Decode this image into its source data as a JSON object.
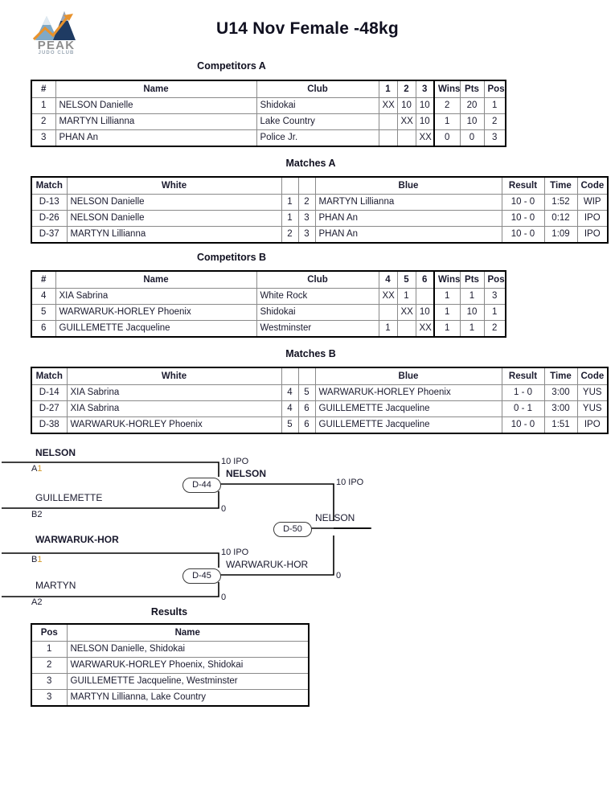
{
  "document": {
    "title": "U14 Nov Female -48kg",
    "logo": {
      "name": "peak-judo-club-logo",
      "wordmark": "PEAK",
      "subtext": "JUDO CLUB",
      "colors": {
        "mountain_light": "#7fa9c6",
        "mountain_dark": "#1f3b63",
        "arrow": "#e8922c",
        "wordmark": "#8d8d8d"
      }
    },
    "accent_color": "#d59b2a"
  },
  "pools": [
    {
      "caption": "Competitors A",
      "headers": [
        "#",
        "Name",
        "Club",
        "1",
        "2",
        "3",
        "Wins",
        "Pts",
        "Pos"
      ],
      "rows": [
        {
          "num": "1",
          "num_hi": true,
          "name": "NELSON Danielle",
          "club": "Shidokai",
          "cells": [
            "XX",
            "10",
            "10"
          ],
          "cells_hi": [
            false,
            false,
            false
          ],
          "wins": "2",
          "wins_hi": false,
          "pts": "20",
          "pts_hi": false,
          "pos": "1",
          "pos_hi": true
        },
        {
          "num": "2",
          "num_hi": false,
          "name": "MARTYN Lillianna",
          "club": "Lake Country",
          "cells": [
            "",
            "XX",
            "10"
          ],
          "cells_hi": [
            false,
            false,
            false
          ],
          "wins": "1",
          "wins_hi": true,
          "pts": "10",
          "pts_hi": false,
          "pos": "2",
          "pos_hi": false
        },
        {
          "num": "3",
          "num_hi": false,
          "name": "PHAN An",
          "club": "Police Jr.",
          "cells": [
            "",
            "",
            "XX"
          ],
          "cells_hi": [
            false,
            false,
            false
          ],
          "wins": "0",
          "wins_hi": false,
          "pts": "0",
          "pts_hi": false,
          "pos": "3",
          "pos_hi": false
        }
      ]
    },
    {
      "caption": "Competitors B",
      "headers": [
        "#",
        "Name",
        "Club",
        "4",
        "5",
        "6",
        "Wins",
        "Pts",
        "Pos"
      ],
      "rows": [
        {
          "num": "4",
          "num_hi": false,
          "name": "XIA Sabrina",
          "club": "White Rock",
          "cells": [
            "XX",
            "1",
            ""
          ],
          "cells_hi": [
            false,
            true,
            false
          ],
          "wins": "1",
          "wins_hi": true,
          "pts": "1",
          "pts_hi": true,
          "pos": "3",
          "pos_hi": false
        },
        {
          "num": "5",
          "num_hi": false,
          "name": "WARWARUK-HORLEY Phoenix",
          "club": "Shidokai",
          "cells": [
            "",
            "XX",
            "10"
          ],
          "cells_hi": [
            false,
            false,
            false
          ],
          "wins": "1",
          "wins_hi": true,
          "pts": "10",
          "pts_hi": false,
          "pos": "1",
          "pos_hi": true
        },
        {
          "num": "6",
          "num_hi": false,
          "name": "GUILLEMETTE Jacqueline",
          "club": "Westminster",
          "cells": [
            "1",
            "",
            "XX"
          ],
          "cells_hi": [
            true,
            false,
            false
          ],
          "wins": "1",
          "wins_hi": true,
          "pts": "1",
          "pts_hi": true,
          "pos": "2",
          "pos_hi": false
        }
      ]
    }
  ],
  "match_tables": [
    {
      "caption": "Matches A",
      "headers": [
        "Match",
        "White",
        "",
        "",
        "Blue",
        "Result",
        "Time",
        "Code"
      ],
      "rows": [
        {
          "match": "D-13",
          "white": "NELSON Danielle",
          "white_bold": true,
          "w_num": "1",
          "w_num_hi": true,
          "b_num": "2",
          "b_num_hi": false,
          "blue": "MARTYN Lillianna",
          "blue_bold": false,
          "result": "10 - 0",
          "result_hi": false,
          "time": "1:52",
          "time_hi": false,
          "code": "WIP"
        },
        {
          "match": "D-26",
          "white": "NELSON Danielle",
          "white_bold": true,
          "w_num": "1",
          "w_num_hi": true,
          "b_num": "3",
          "b_num_hi": false,
          "blue": "PHAN An",
          "blue_bold": false,
          "result": "10 - 0",
          "result_hi": false,
          "time": "0:12",
          "time_hi": false,
          "code": "IPO"
        },
        {
          "match": "D-37",
          "white": "MARTYN Lillianna",
          "white_bold": true,
          "w_num": "2",
          "w_num_hi": false,
          "b_num": "3",
          "b_num_hi": false,
          "blue": "PHAN An",
          "blue_bold": false,
          "result": "10 - 0",
          "result_hi": false,
          "time": "1:09",
          "time_hi": false,
          "code": "IPO"
        }
      ]
    },
    {
      "caption": "Matches B",
      "headers": [
        "Match",
        "White",
        "",
        "",
        "Blue",
        "Result",
        "Time",
        "Code"
      ],
      "rows": [
        {
          "match": "D-14",
          "white": "XIA Sabrina",
          "white_bold": true,
          "w_num": "4",
          "w_num_hi": false,
          "b_num": "5",
          "b_num_hi": false,
          "blue": "WARWARUK-HORLEY Phoenix",
          "blue_bold": false,
          "result": "1 - 0",
          "result_hi": false,
          "time": "3:00",
          "time_hi": false,
          "code": "YUS"
        },
        {
          "match": "D-27",
          "white": "XIA Sabrina",
          "white_bold": false,
          "w_num": "4",
          "w_num_hi": false,
          "b_num": "6",
          "b_num_hi": false,
          "blue": "GUILLEMETTE Jacqueline",
          "blue_bold": true,
          "result": "0 - 1",
          "result_hi": true,
          "time": "3:00",
          "time_hi": false,
          "code": "YUS"
        },
        {
          "match": "D-38",
          "white": "WARWARUK-HORLEY Phoenix",
          "white_bold": true,
          "w_num": "5",
          "w_num_hi": false,
          "b_num": "6",
          "b_num_hi": false,
          "blue": "GUILLEMETTE Jacqueline",
          "blue_bold": false,
          "result": "10 - 0",
          "result_hi": false,
          "time": "1:51",
          "time_hi": true,
          "code": "IPO"
        }
      ]
    }
  ],
  "bracket": {
    "entries": [
      {
        "name": "NELSON",
        "bold": true,
        "seed_letter": "A",
        "seed_num": "1",
        "seed_hi": true,
        "score": "10 IPO"
      },
      {
        "name": "GUILLEMETTE",
        "bold": false,
        "seed_letter": "B",
        "seed_num": "2",
        "seed_hi": false,
        "score": "0"
      },
      {
        "name": "WARWARUK-HOR",
        "bold": true,
        "seed_letter": "B",
        "seed_num": "1",
        "seed_hi": true,
        "score": "10 IPO"
      },
      {
        "name": "MARTYN",
        "bold": false,
        "seed_letter": "A",
        "seed_num": "2",
        "seed_hi": false,
        "score": "0"
      }
    ],
    "semifinals": [
      {
        "node": "D-44",
        "winner": "NELSON",
        "winner_bold": true,
        "score": "10 IPO"
      },
      {
        "node": "D-45",
        "winner": "WARWARUK-HOR",
        "winner_bold": false,
        "score": "0"
      }
    ],
    "final": {
      "node": "D-50",
      "winner": "NELSON"
    }
  },
  "results": {
    "caption": "Results",
    "headers": [
      "Pos",
      "Name"
    ],
    "rows": [
      {
        "pos": "1",
        "pos_hi": true,
        "name": "NELSON Danielle, Shidokai"
      },
      {
        "pos": "2",
        "pos_hi": false,
        "name": "WARWARUK-HORLEY Phoenix, Shidokai"
      },
      {
        "pos": "3",
        "pos_hi": false,
        "name": "GUILLEMETTE Jacqueline, Westminster"
      },
      {
        "pos": "3",
        "pos_hi": false,
        "name": "MARTYN Lillianna, Lake Country"
      }
    ]
  }
}
